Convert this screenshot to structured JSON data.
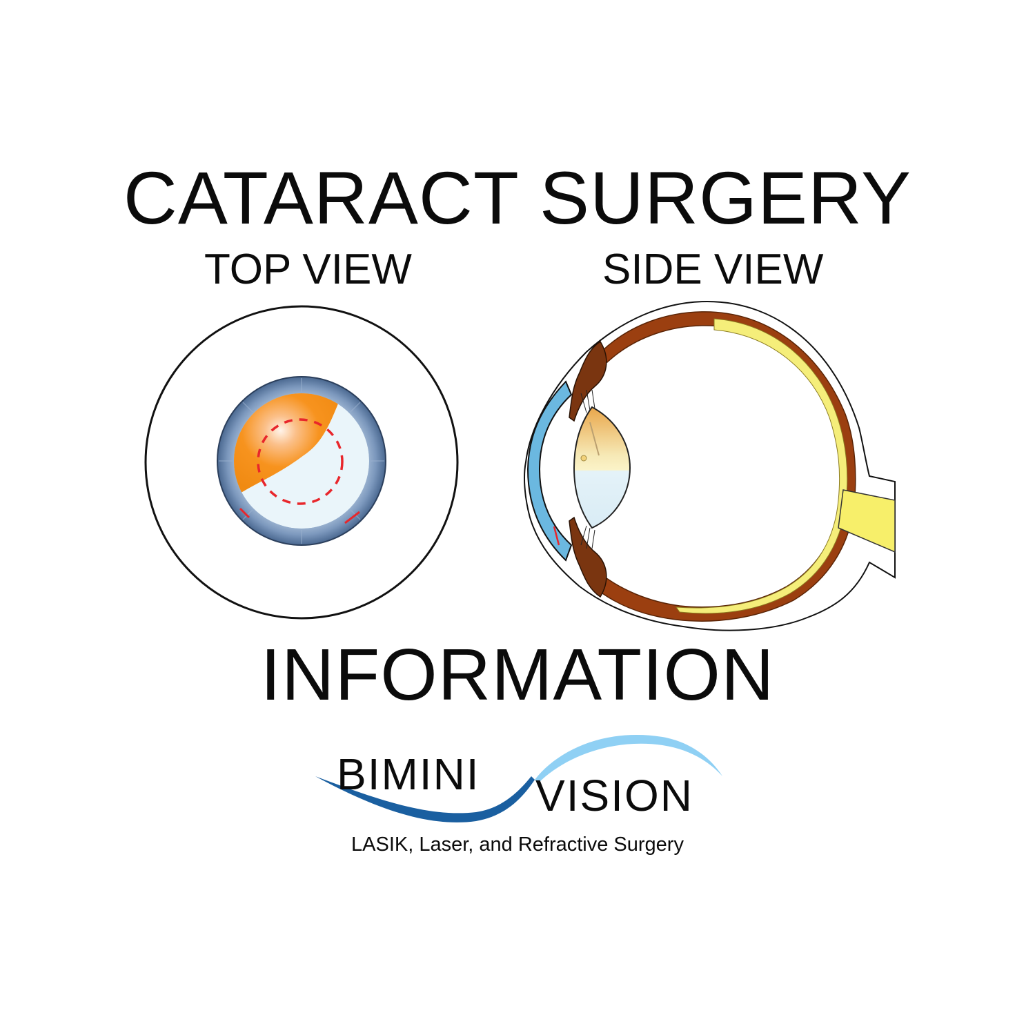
{
  "title": "CATARACT SURGERY",
  "top_view_label": "TOP VIEW",
  "side_view_label": "SIDE VIEW",
  "info_label": "INFORMATION",
  "logo": {
    "name_left": "BIMINI",
    "name_right": "VISION",
    "tagline": "LASIK, Laser, and Refractive Surgery"
  },
  "colors": {
    "iris": "#5f7fa6",
    "cataract_orange": "#f7931e",
    "clear_lens": "#e8f4fa",
    "incision_red": "#e8262b",
    "cornea_blue": "#6bb8e0",
    "retina_yellow": "#f7ef7d",
    "choroid_brown": "#8a3a12",
    "logo_blue": "#1a5fa0"
  }
}
